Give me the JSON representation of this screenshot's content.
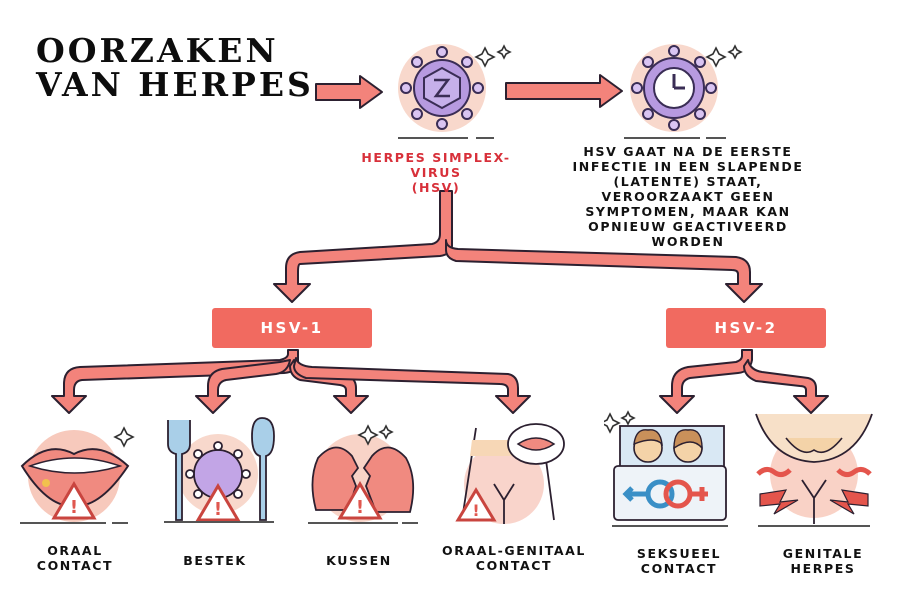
{
  "title": "OORZAKEN\nVAN HERPES",
  "colors": {
    "arrow_fill": "#f3837b",
    "arrow_stroke": "#2c2030",
    "hsv_box": "#f16a60",
    "red_text": "#d8303a",
    "halo": "#f8d8cc",
    "virus_purple": "#b79ae0"
  },
  "nodes": {
    "hsv": {
      "label": "HERPES SIMPLEX-VIRUS\n(HSV)",
      "icon": "virus-icon"
    },
    "latent": {
      "label": "HSV GAAT NA DE EERSTE\nINFECTIE IN EEN SLAPENDE\n(LATENTE) STAAT,\nVEROORZAAKT GEEN\nSYMPTOMEN, MAAR KAN\nOPNIEUW GEACTIVEERD\nWORDEN",
      "icon": "virus-clock-icon"
    },
    "hsv1": {
      "label": "HSV-1"
    },
    "hsv2": {
      "label": "HSV-2"
    }
  },
  "causes": [
    {
      "label": "ORAAL\nCONTACT",
      "icon": "lips-icon",
      "parent": "HSV-1"
    },
    {
      "label": "BESTEK",
      "icon": "cutlery-virus-icon",
      "parent": "HSV-1"
    },
    {
      "label": "KUSSEN",
      "icon": "kissing-faces-icon",
      "parent": "HSV-1"
    },
    {
      "label": "ORAAL-GENITAAL\nCONTACT",
      "icon": "oral-genital-icon",
      "parent": "HSV-1"
    },
    {
      "label": "SEKSUEEL\nCONTACT",
      "icon": "couple-in-bed-icon",
      "parent": "HSV-2"
    },
    {
      "label": "GENITALE\nHERPES",
      "icon": "genital-pain-icon",
      "parent": "HSV-2"
    }
  ]
}
